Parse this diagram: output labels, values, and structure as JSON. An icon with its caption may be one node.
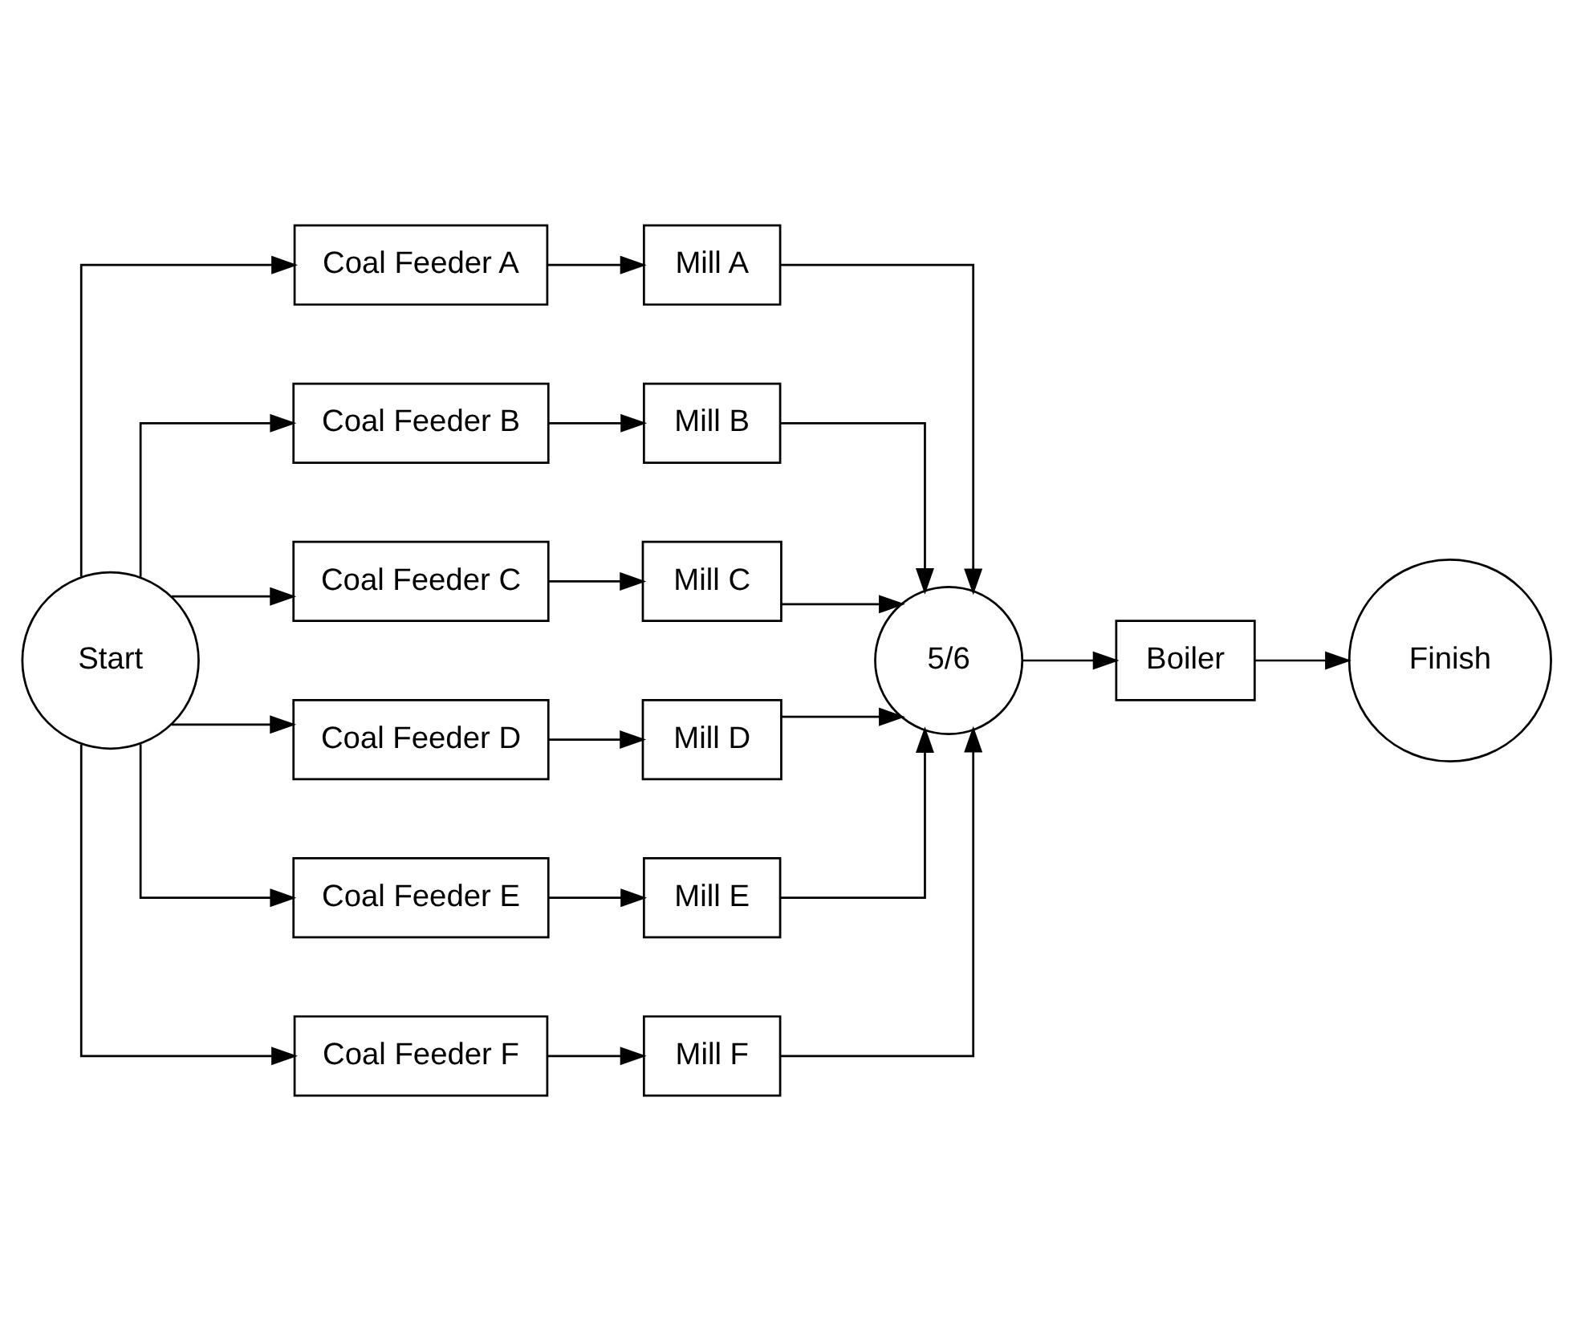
{
  "diagram": {
    "nodes": [
      {
        "text": [
          "Start"
        ]
      },
      {
        "text": [
          "Coal Feeder A"
        ]
      },
      {
        "text": [
          "Coal Feeder B"
        ]
      },
      {
        "text": [
          "Coal Feeder C"
        ]
      },
      {
        "text": [
          "Coal Feeder D"
        ]
      },
      {
        "text": [
          "Coal Feeder E"
        ]
      },
      {
        "text": [
          "Coal Feeder F"
        ]
      },
      {
        "text": [
          "Mill A"
        ]
      },
      {
        "text": [
          "Mill B"
        ]
      },
      {
        "text": [
          "Mill C"
        ]
      },
      {
        "text": [
          "Mill D"
        ]
      },
      {
        "text": [
          "Mill E"
        ]
      },
      {
        "text": [
          "Mill F"
        ]
      },
      {
        "text": [
          "5/6"
        ]
      },
      {
        "text": [
          "Boiler"
        ]
      },
      {
        "text": [
          "Finish"
        ]
      }
    ],
    "edges": [
      {
        "from": 0,
        "to": 1,
        "arrow": "to"
      },
      {
        "from": 0,
        "to": 2,
        "arrow": "to"
      },
      {
        "from": 0,
        "to": 3,
        "arrow": "to"
      },
      {
        "from": 0,
        "to": 4,
        "arrow": "to"
      },
      {
        "from": 0,
        "to": 5,
        "arrow": "to"
      },
      {
        "from": 0,
        "to": 6,
        "arrow": "to"
      },
      {
        "from": 1,
        "to": 7,
        "arrow": "to"
      },
      {
        "from": 2,
        "to": 8,
        "arrow": "to"
      },
      {
        "from": 3,
        "to": 9,
        "arrow": "to"
      },
      {
        "from": 4,
        "to": 10,
        "arrow": "to"
      },
      {
        "from": 5,
        "to": 11,
        "arrow": "to"
      },
      {
        "from": 6,
        "to": 12,
        "arrow": "to"
      },
      {
        "from": 7,
        "to": 13,
        "arrow": "to"
      },
      {
        "from": 8,
        "to": 13,
        "arrow": "to"
      },
      {
        "from": 9,
        "to": 13,
        "arrow": "to"
      },
      {
        "from": 10,
        "to": 13,
        "arrow": "to"
      },
      {
        "from": 11,
        "to": 13,
        "arrow": "to"
      },
      {
        "from": 12,
        "to": 13,
        "arrow": "to"
      },
      {
        "from": 13,
        "to": 14,
        "arrow": "to"
      },
      {
        "from": 14,
        "to": 15,
        "arrow": "to"
      }
    ]
  }
}
